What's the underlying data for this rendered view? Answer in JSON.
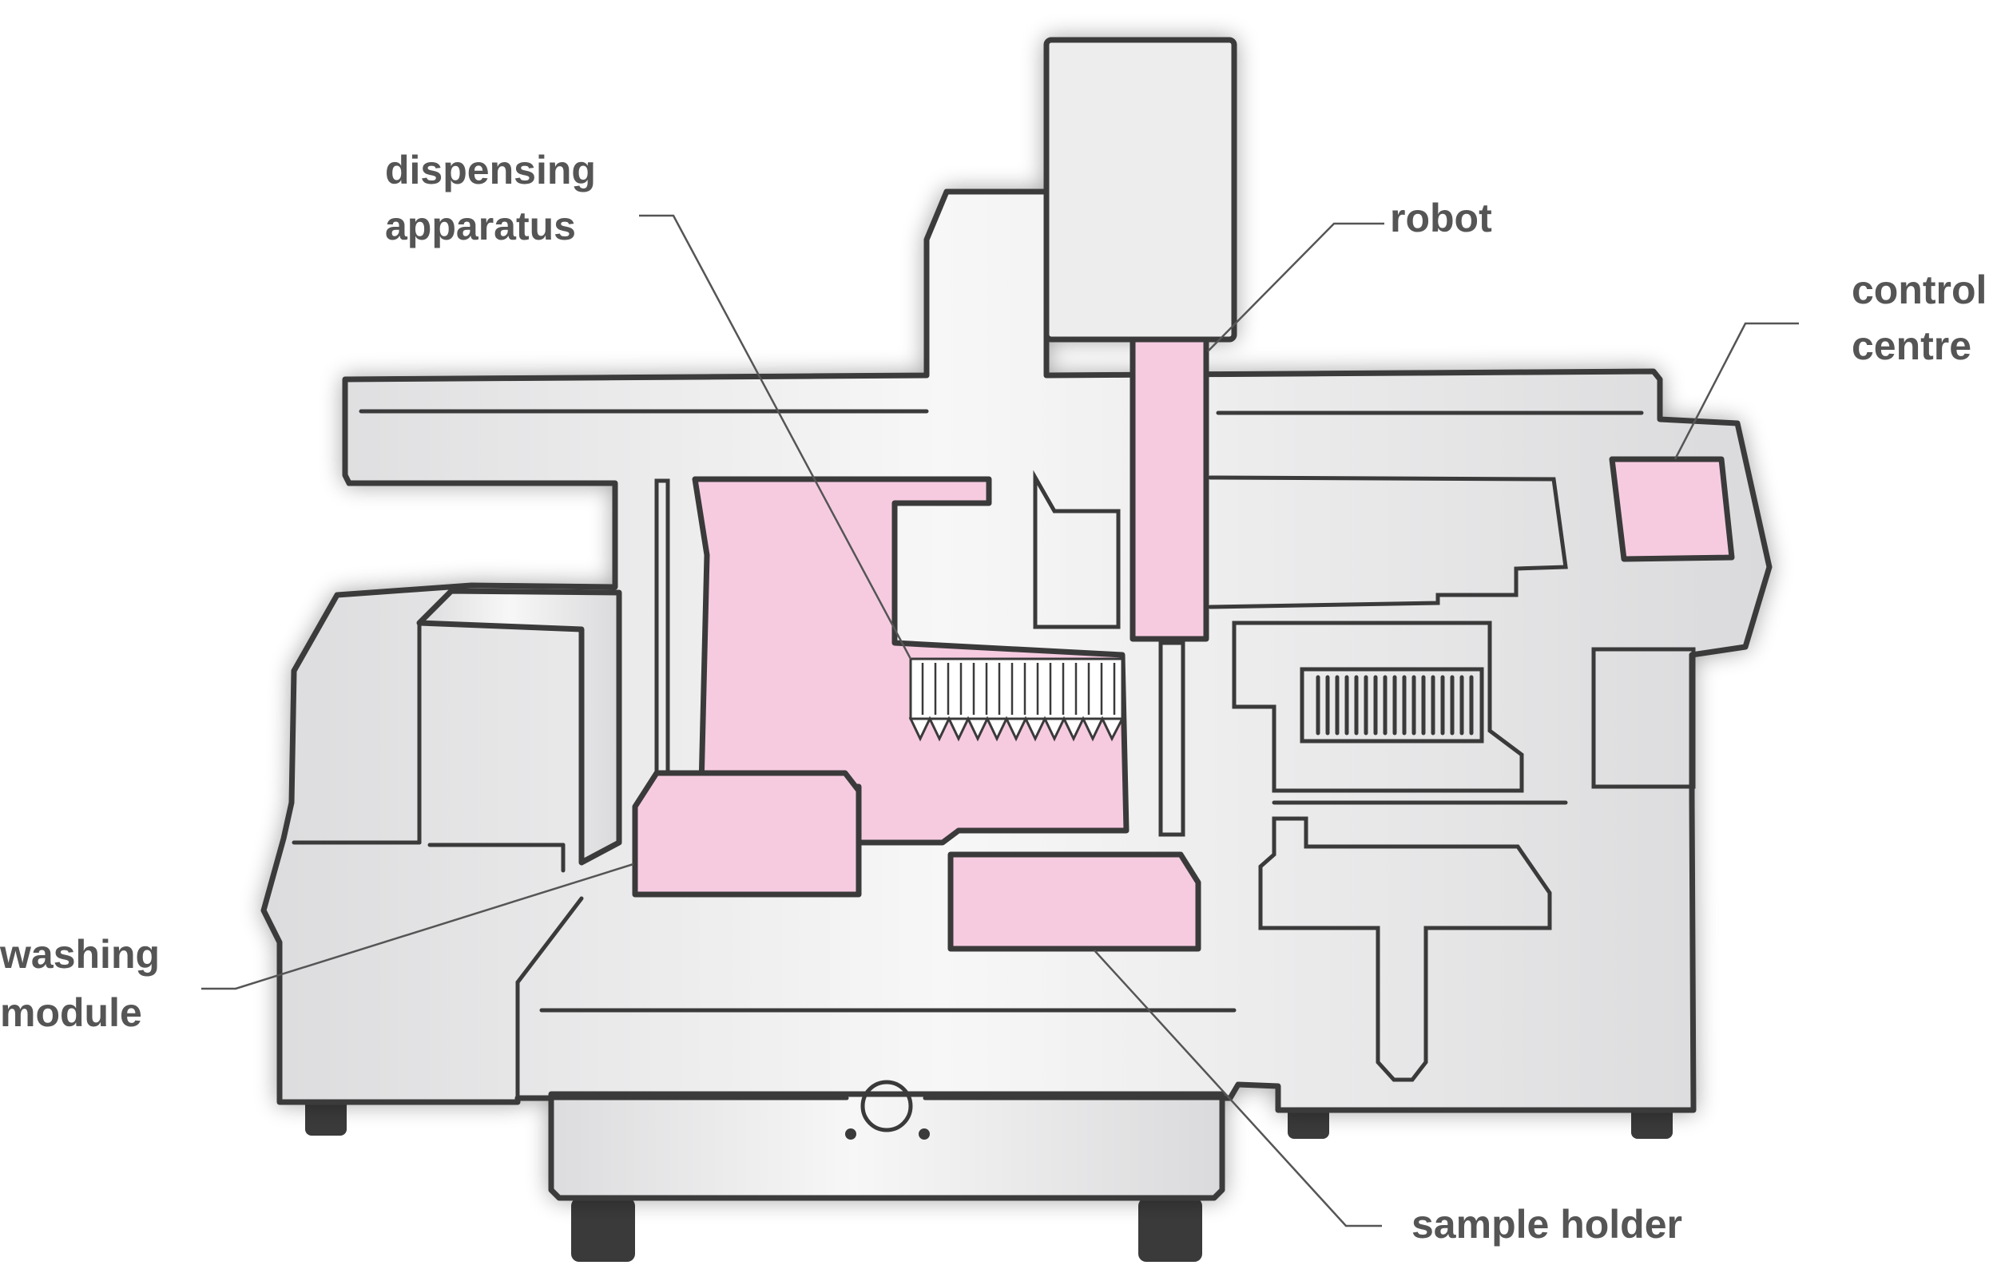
{
  "labels": {
    "dispensing": [
      "dispensing",
      "apparatus"
    ],
    "robot": [
      "robot"
    ],
    "control": [
      "control",
      "centre"
    ],
    "washing": [
      "washing",
      "module"
    ],
    "sample": [
      "sample holder"
    ]
  },
  "colors": {
    "outline": "#3a3a3a",
    "body_fill": "#e6e6e7",
    "body_highlight": "#f7f7f7",
    "component_pink": "#f6cbe0",
    "label_text": "#555555",
    "leader_line": "#555555"
  }
}
